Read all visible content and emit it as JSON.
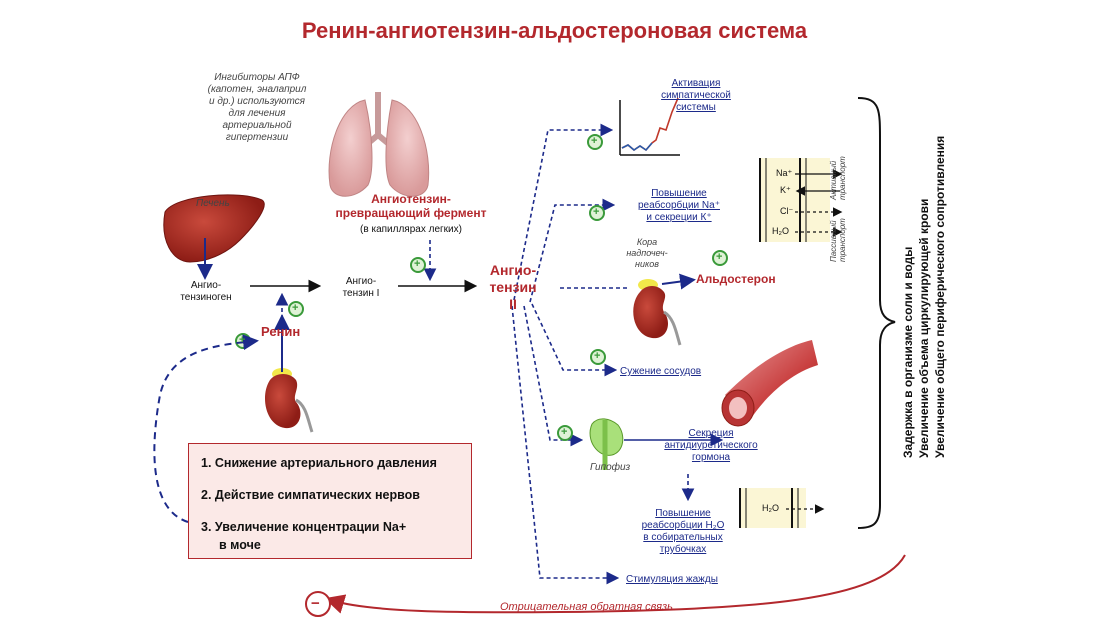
{
  "title": "Ренин-ангиотензин-альдостероновая система",
  "ace_inhibitors_note": [
    "Ингибиторы АПФ",
    "(капотен, эналаприл",
    "и др.) используются",
    "для лечения",
    "артериальной",
    "гипертензии"
  ],
  "liver_label": "Печень",
  "angiotensinogen": [
    "Ангио-",
    "тензиноген"
  ],
  "angiotensin_1": [
    "Ангио-",
    "тензин I"
  ],
  "renin": "Ренин",
  "ace": [
    "Ангиотензин-",
    "превращающий фермент"
  ],
  "ace_location": "(в капиллярах легких)",
  "angiotensin_2": [
    "Ангио-",
    "тензин",
    "II"
  ],
  "adrenal_cortex": [
    "Кора",
    "надпочеч-",
    "ников"
  ],
  "aldosterone": "Альдостерон",
  "effects": {
    "sympathetic": [
      "Активация",
      "симпатической",
      "системы"
    ],
    "na_reabsorption": [
      "Повышение",
      "реабсорбции Na⁺",
      "и секреции К⁺"
    ],
    "vasoconstriction": "Сужение сосудов",
    "adh": [
      "Секреция",
      "антидиуретического",
      "гормона"
    ],
    "water_reabsorption": [
      "Повышение",
      "реабсорбции H₂O",
      "в собирательных",
      "трубочках"
    ],
    "thirst": "Стимуляция жажды"
  },
  "pituitary": "Гипофиз",
  "transport": {
    "ions": [
      "Na⁺",
      "K⁺",
      "Cl⁻",
      "H₂O"
    ],
    "active": [
      "Активный",
      "транспорт"
    ],
    "passive": [
      "Пассивный",
      "транспорт"
    ],
    "water": "H₂O"
  },
  "causes": [
    "1. Снижение артериального давления",
    "2. Действие симпатических нервов",
    "3. Увеличение концентрации Na+",
    "в моче"
  ],
  "outcomes": [
    "Задержка в организме соли и воды",
    "Увеличение объема циркулирующей крови",
    "Увеличение общего периферического сопротивления"
  ],
  "feedback": "Отрицательная обратная связь",
  "plus_sign": "+",
  "minus_sign": "−",
  "colors": {
    "red": "#b3282d",
    "blue": "#1c2a8a",
    "green": "#3a9a3a"
  }
}
